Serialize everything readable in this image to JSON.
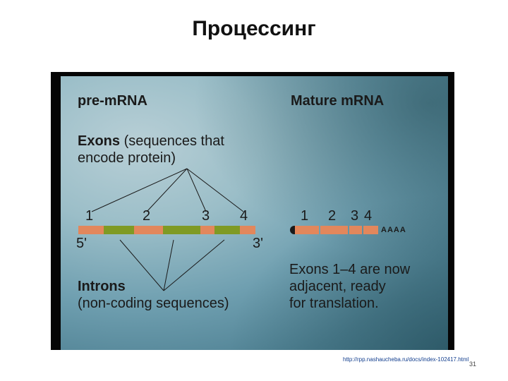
{
  "slide": {
    "title": "Процессинг",
    "source_url": "http://rpp.nashaucheba.ru/docs/index-102417.html",
    "page_number": "31"
  },
  "diagram": {
    "pre_mrna_label": "pre-mRNA",
    "mature_mrna_label": "Mature mRNA",
    "exons_heading_bold": "Exons",
    "exons_heading_rest": " (sequences that",
    "exons_heading_line2": "encode protein)",
    "introns_heading": "Introns",
    "introns_sub": "(non-coding sequences)",
    "five_prime": "5'",
    "three_prime": "3'",
    "pre_exon_numbers": [
      "1",
      "2",
      "3",
      "4"
    ],
    "mature_exon_numbers": [
      "1",
      "2",
      "3",
      "4"
    ],
    "poly_a_tail": "AAAA",
    "mature_note_line1": "Exons 1–4 are now",
    "mature_note_line2": "adjacent, ready",
    "mature_note_line3": "for translation."
  },
  "colors": {
    "exon": "#e2875c",
    "intron": "#7f9a24",
    "link": "#123e8e"
  }
}
